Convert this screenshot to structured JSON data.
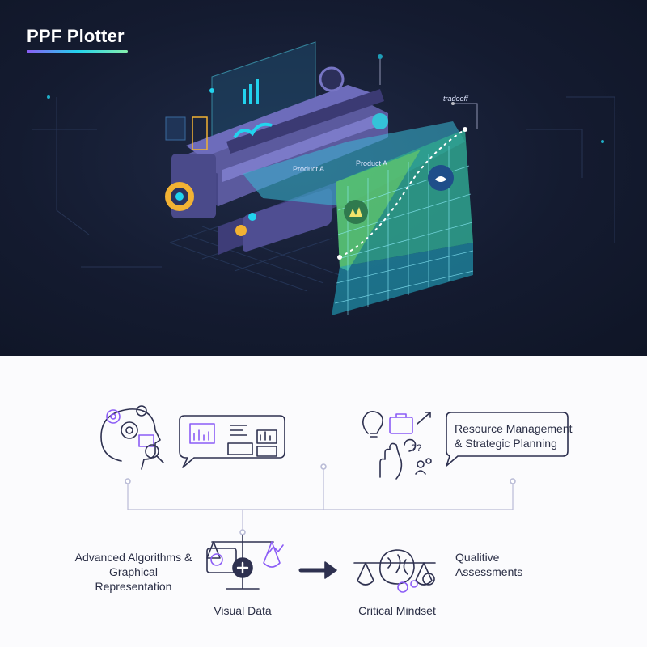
{
  "brand": {
    "title": "PPF Plotter"
  },
  "hero": {
    "panel_labels": {
      "top_right": "tradeoff",
      "product_a": "Product A",
      "product_b": "Product A"
    }
  },
  "diagram": {
    "top_right_label_line1": "Resource Management",
    "top_right_label_line2": "& Strategic Planning",
    "left_label_line1": "Advanced Algorithms &",
    "left_label_line2": "Graphical Representation",
    "visual_data_label": "Visual Data",
    "critical_mindset_label": "Critical Mindset",
    "qualitative_line1": "Qualitive",
    "qualitative_line2": "Assessments"
  },
  "colors": {
    "accent_purple": "#8b5cf6",
    "accent_cyan": "#22d3ee",
    "accent_green": "#86efac",
    "line_gray": "#b9bbd6",
    "ink": "#2e3150"
  }
}
